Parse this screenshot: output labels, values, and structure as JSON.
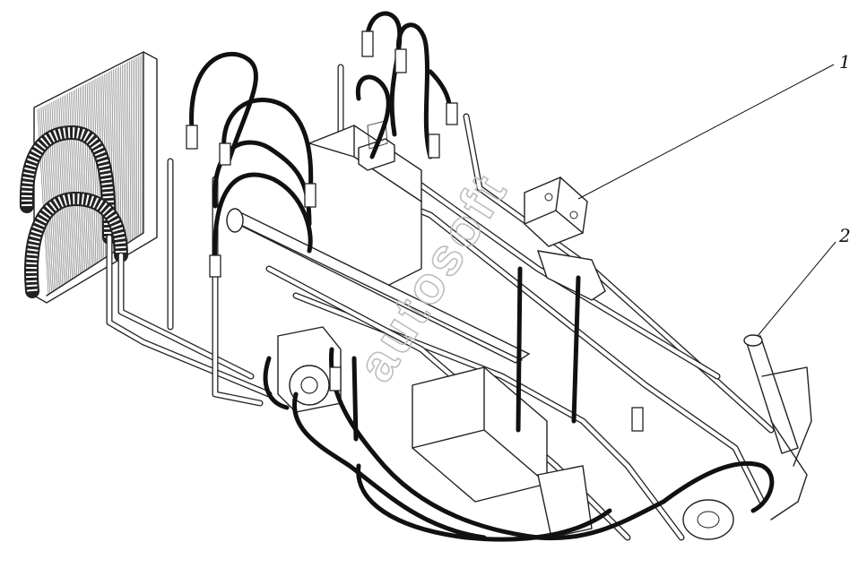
{
  "callouts": [
    {
      "label": "1"
    },
    {
      "label": "2"
    }
  ],
  "watermark": {
    "text": "autosoft"
  }
}
